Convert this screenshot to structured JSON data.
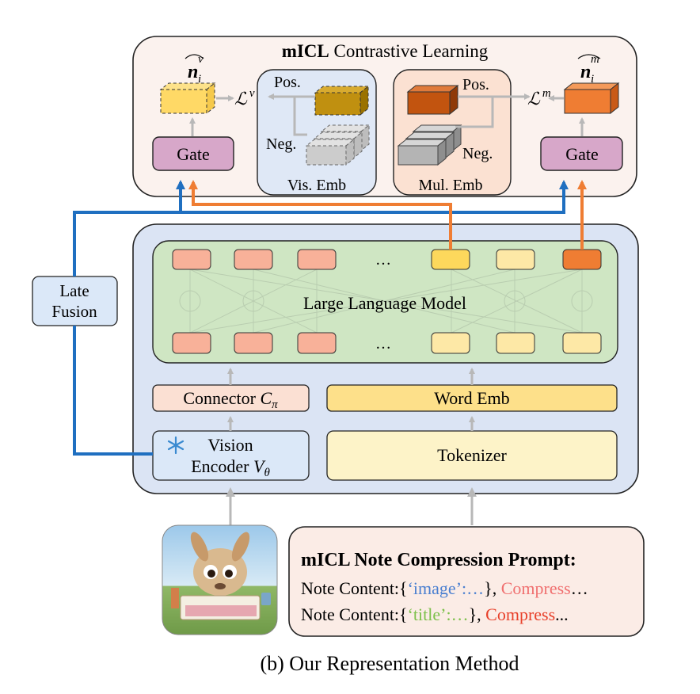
{
  "top": {
    "title_bold": "mICL",
    "title_rest": " Contrastive Learning",
    "left_output_label": "n",
    "left_output_sub": "i",
    "left_output_sup": "v",
    "right_output_label": "n",
    "right_output_sub": "i",
    "right_output_sup": "m",
    "left_loss": "ℒ",
    "left_loss_sup": "v",
    "right_loss": "ℒ",
    "right_loss_sup": "m",
    "gate_label": "Gate",
    "vis_emb": {
      "pos": "Pos.",
      "neg": "Neg.",
      "label": "Vis. Emb"
    },
    "mul_emb": {
      "pos": "Pos.",
      "neg": "Neg.",
      "label": "Mul. Emb"
    }
  },
  "late_fusion": {
    "line1": "Late",
    "line2": "Fusion"
  },
  "llm": {
    "label": "Large Language Model",
    "ellipsis": "…",
    "colors": {
      "visual": "#f8b199",
      "text": "#fde8a6",
      "text_pos": "#fdd85c",
      "mul_pos": "#ef7d33"
    }
  },
  "connector": {
    "label": "Connector ",
    "symbol": "C",
    "sub": "π"
  },
  "word_emb": {
    "label": "Word Emb"
  },
  "vision_encoder": {
    "icon": "snowflake-icon",
    "line1": "Vision",
    "line2": "Encoder ",
    "symbol": "V",
    "sub": "θ"
  },
  "tokenizer": {
    "label": "Tokenizer"
  },
  "prompt": {
    "title": "mICL Note Compression Prompt:",
    "line1": {
      "prefix": "Note Content:{",
      "key": "‘image’:…",
      "mid": "}, ",
      "action": "Compress",
      "suffix": "…"
    },
    "line2": {
      "prefix": "Note Content:{",
      "key": "‘title’:…",
      "mid": "}, ",
      "action": "Compress",
      "suffix": "..."
    },
    "colors": {
      "image_key": "#4a7fd0",
      "title_key": "#7cc04a",
      "compress1": "#f07070",
      "compress2": "#e8402a"
    }
  },
  "caption": "(b) Our Representation Method",
  "colors": {
    "blue_arrow": "#1f6fc0",
    "orange_arrow": "#ef7d33",
    "gray_arrow": "#b8b8b8"
  }
}
